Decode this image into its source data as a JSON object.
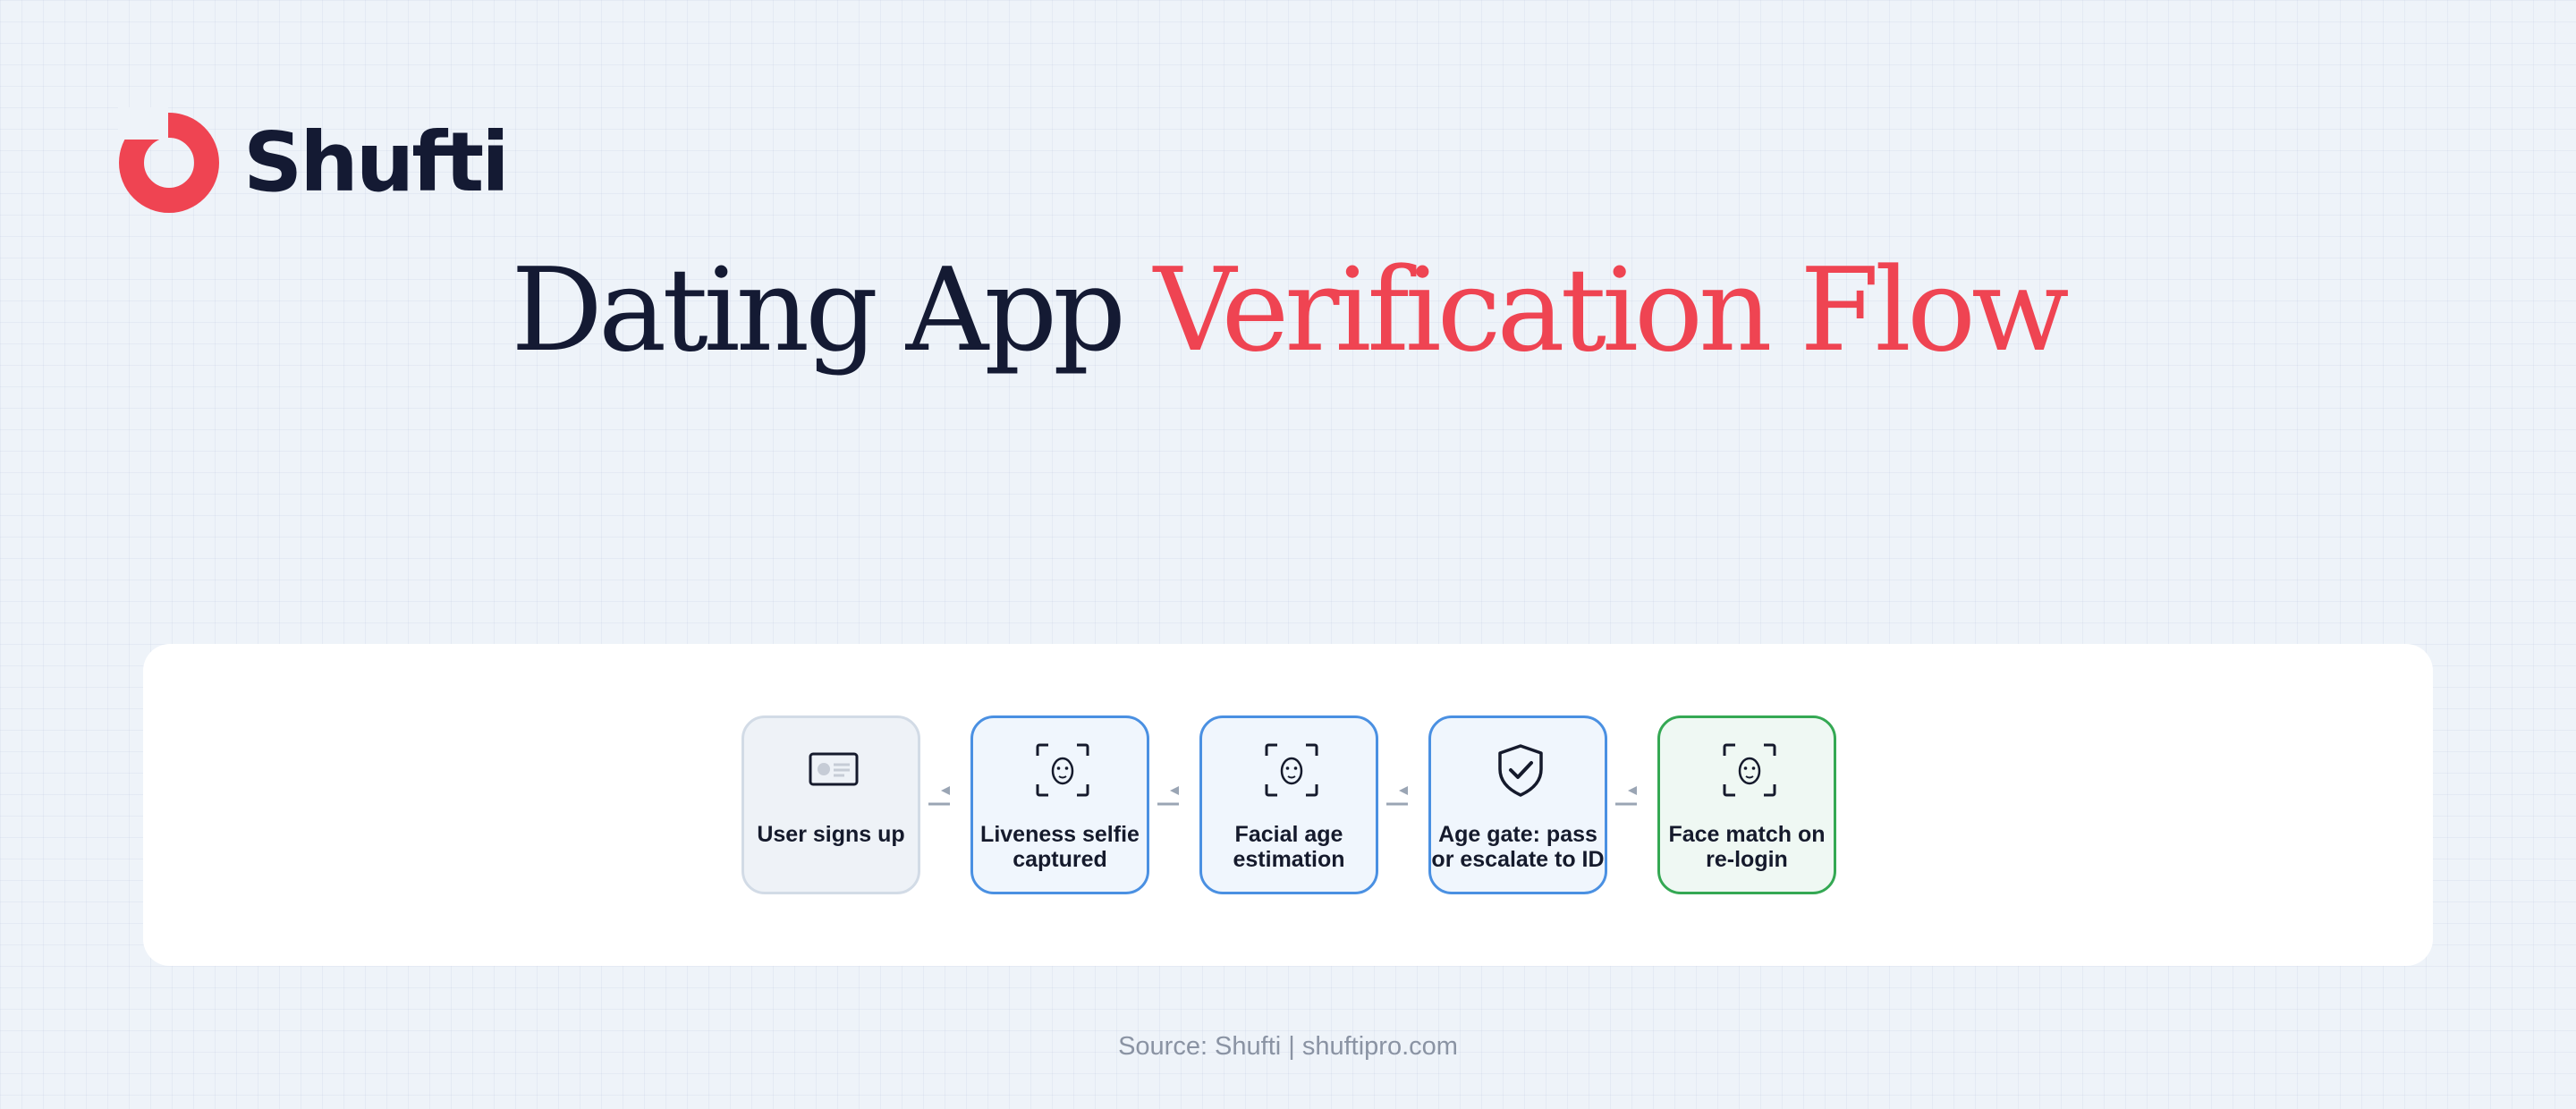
{
  "brand": {
    "name": "Shufti",
    "color": "#ef4452",
    "text_color": "#141a33"
  },
  "title": {
    "part1": "Dating App",
    "part2": "Verification Flow"
  },
  "flow": {
    "nodes": [
      {
        "label": "User signs up",
        "icon": "id-card-icon",
        "status": "neutral",
        "border": "#d2dbe6"
      },
      {
        "label": "Liveness selfie captured",
        "icon": "face-scan-icon",
        "status": "active",
        "border": "#4a90e2"
      },
      {
        "label": "Facial age estimation",
        "icon": "face-scan-icon",
        "status": "active",
        "border": "#4a90e2"
      },
      {
        "label": "Age gate: pass or escalate to ID",
        "icon": "shield-check-icon",
        "status": "active",
        "border": "#4a90e2"
      },
      {
        "label": "Face match on re-login",
        "icon": "face-scan-icon",
        "status": "success",
        "border": "#34a853"
      }
    ],
    "connector": "arrow-left-icon"
  },
  "source": "Source: Shufti | shuftipro.com"
}
